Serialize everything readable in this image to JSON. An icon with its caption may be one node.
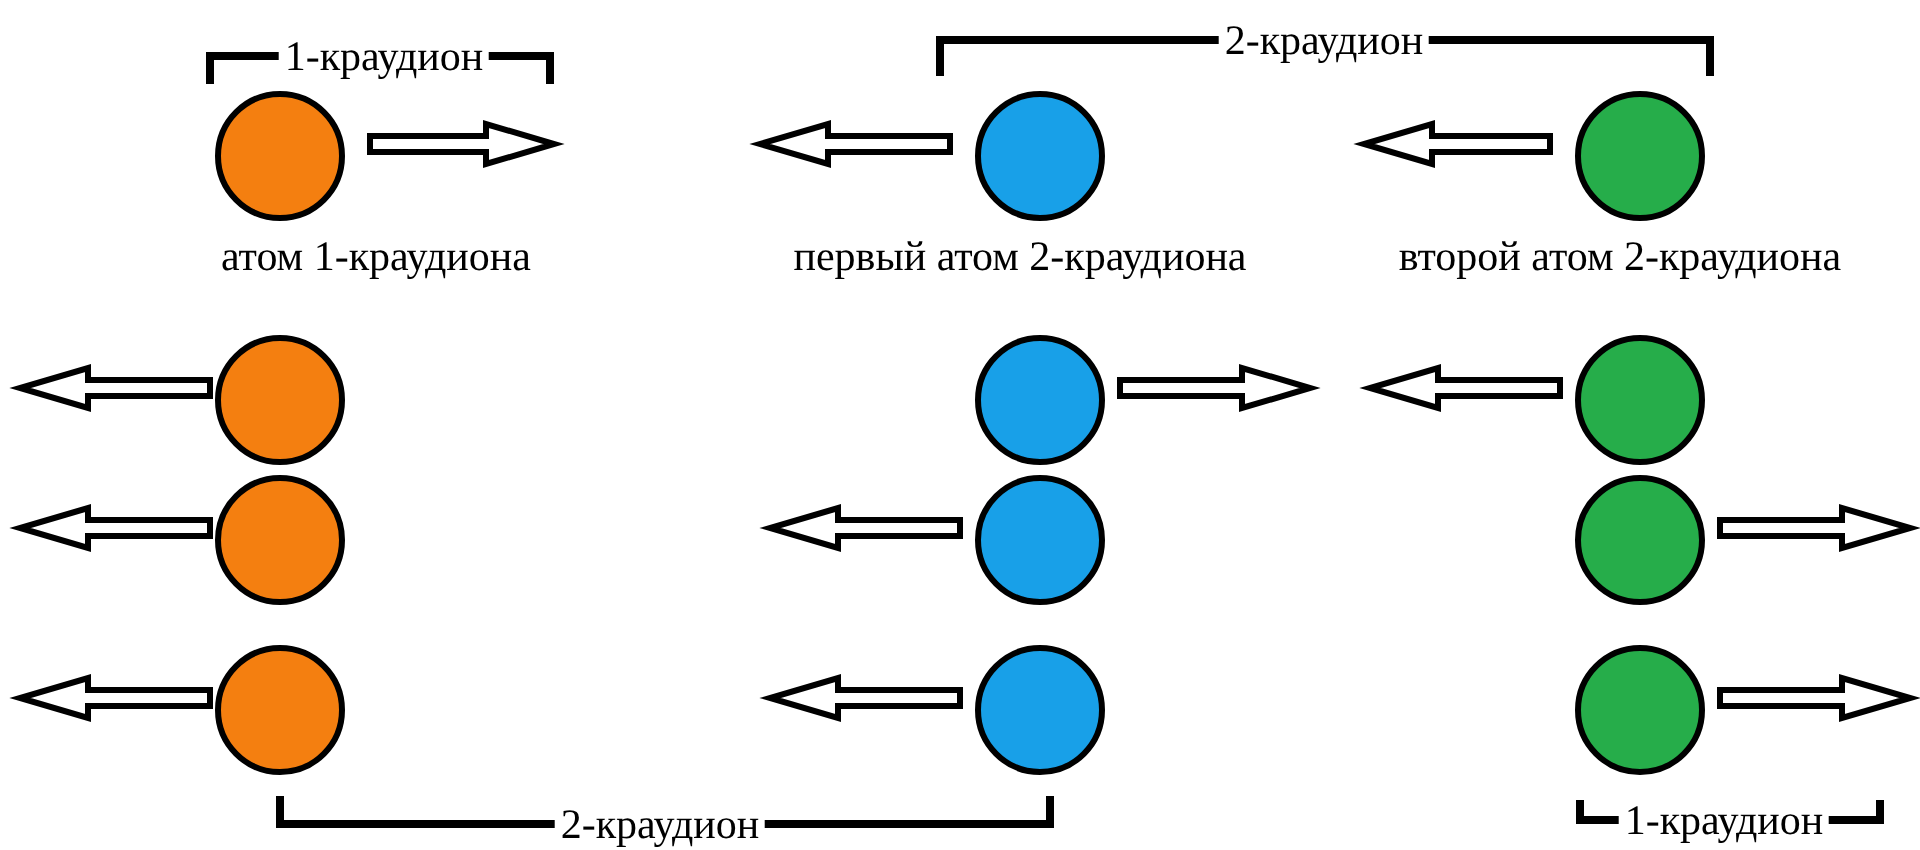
{
  "diagram": {
    "nodes": [
      {
        "text": [],
        "shape": "circle"
      },
      {
        "text": [],
        "shape": "circle"
      },
      {
        "text": [],
        "shape": "circle"
      },
      {
        "text": [],
        "shape": "circle"
      },
      {
        "text": [],
        "shape": "circle"
      },
      {
        "text": [],
        "shape": "circle"
      },
      {
        "text": [],
        "shape": "circle"
      },
      {
        "text": [],
        "shape": "circle"
      },
      {
        "text": [],
        "shape": "circle"
      },
      {
        "text": [],
        "shape": "circle"
      },
      {
        "text": [],
        "shape": "circle"
      },
      {
        "text": [],
        "shape": "circle"
      }
    ],
    "labels": [
      "1-краудион",
      "2-краудион",
      "атом 1-краудиона",
      "первый атом 2-краудиона",
      "второй атом 2-краудиона",
      "2-краудион",
      "1-краудион"
    ]
  }
}
